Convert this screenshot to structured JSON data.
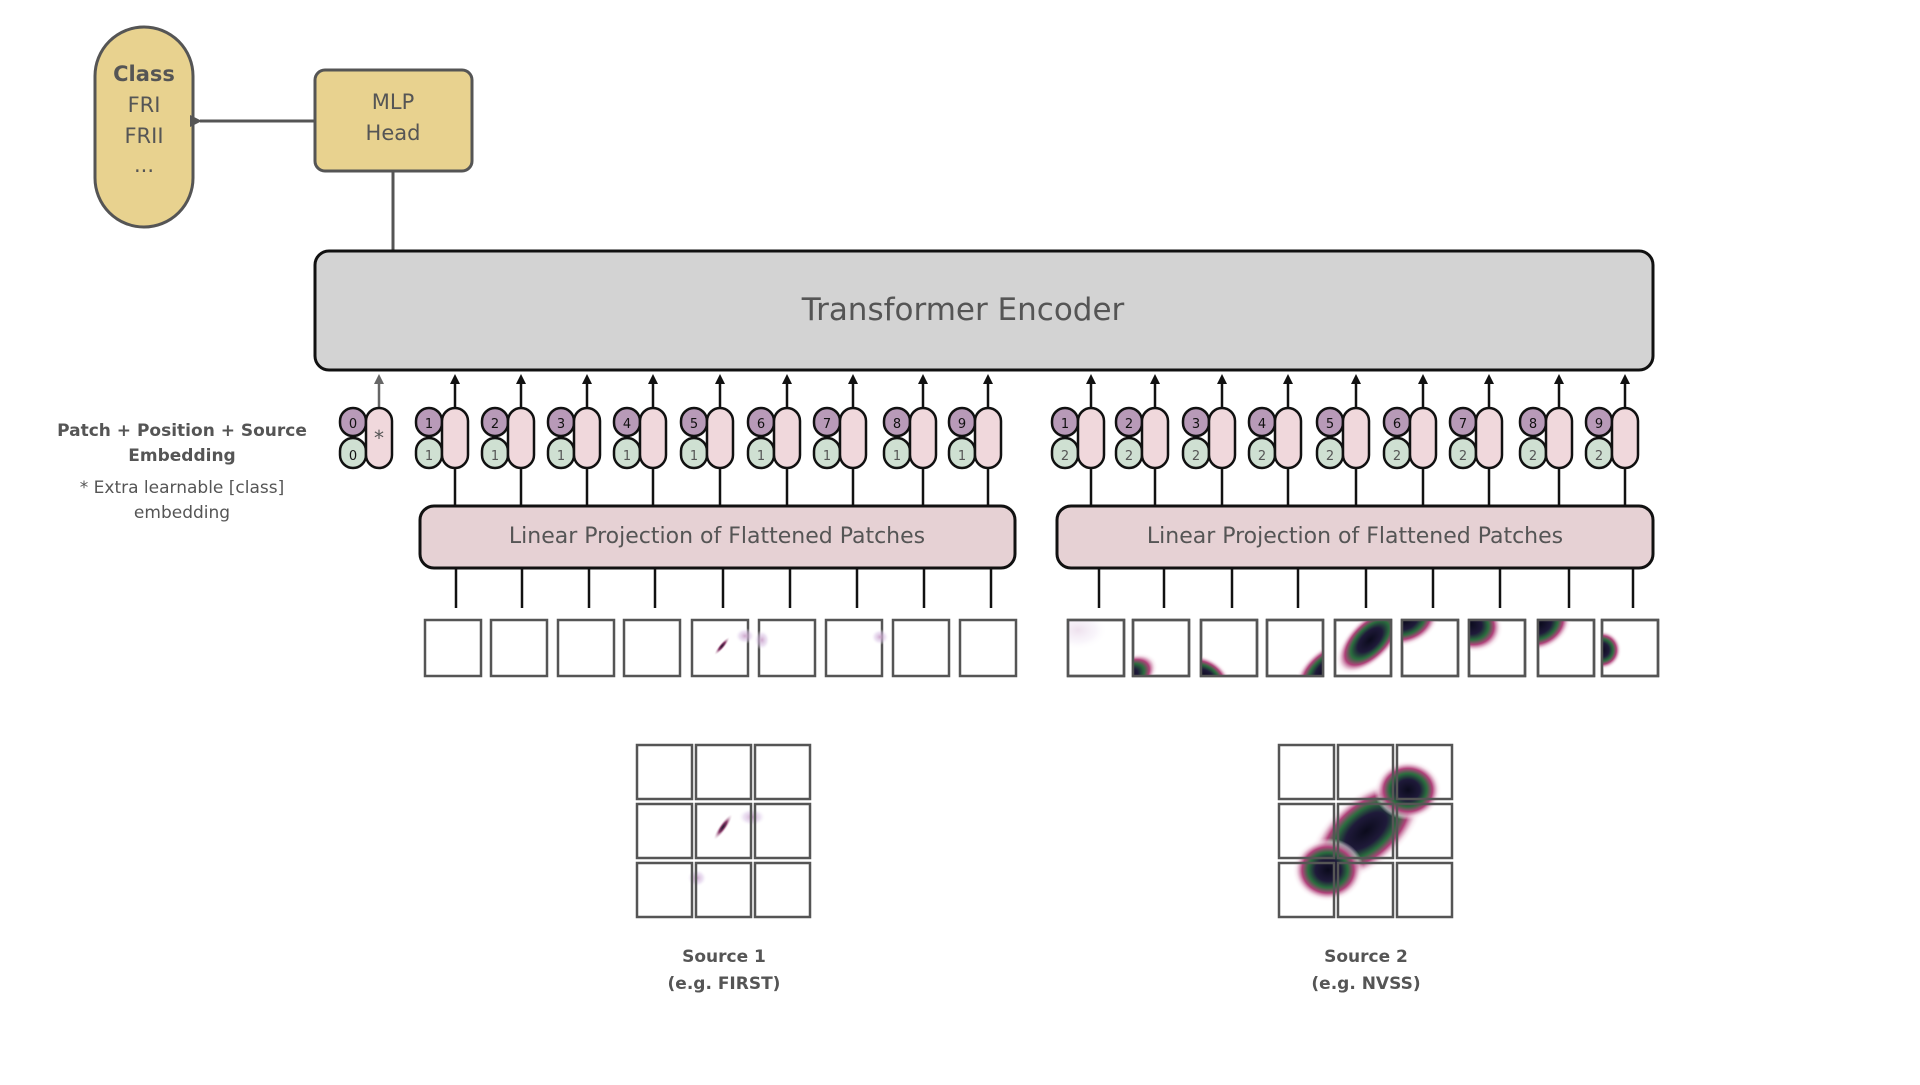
{
  "class_box": {
    "title": "Class",
    "items": [
      "FRI",
      "FRII",
      "..."
    ]
  },
  "mlp_head": {
    "line1": "MLP",
    "line2": "Head"
  },
  "encoder": {
    "label": "Transformer Encoder"
  },
  "legend": {
    "embedding_line1": "Patch + Position + Source",
    "embedding_line2": "Embedding",
    "extra_line1": "* Extra learnable   [class]",
    "extra_line2": "embedding"
  },
  "class_token": {
    "position": "0",
    "source": "0",
    "symbol": "*"
  },
  "projections": [
    {
      "label": "Linear Projection of Flattened Patches"
    },
    {
      "label": "Linear Projection of Flattened Patches"
    }
  ],
  "tokens": [
    {
      "group": 0,
      "positions": [
        "1",
        "2",
        "3",
        "4",
        "5",
        "6",
        "7",
        "8",
        "9"
      ],
      "source": "1"
    },
    {
      "group": 1,
      "positions": [
        "1",
        "2",
        "3",
        "4",
        "5",
        "6",
        "7",
        "8",
        "9"
      ],
      "source": "2"
    }
  ],
  "sources": [
    {
      "name": "Source 1",
      "survey": "(e.g. FIRST)"
    },
    {
      "name": "Source 2",
      "survey": "(e.g. NVSS)"
    }
  ],
  "colors": {
    "gold_fill": "#e8d28f",
    "gold_stroke": "#555555",
    "encoder_fill": "#d3d3d3",
    "projection_fill": "#e6d1d4",
    "position_fill": "#b89ab8",
    "source_fill": "#cfe0d2",
    "embed_fill": "#f0d8dc",
    "text_dark": "#555555"
  }
}
